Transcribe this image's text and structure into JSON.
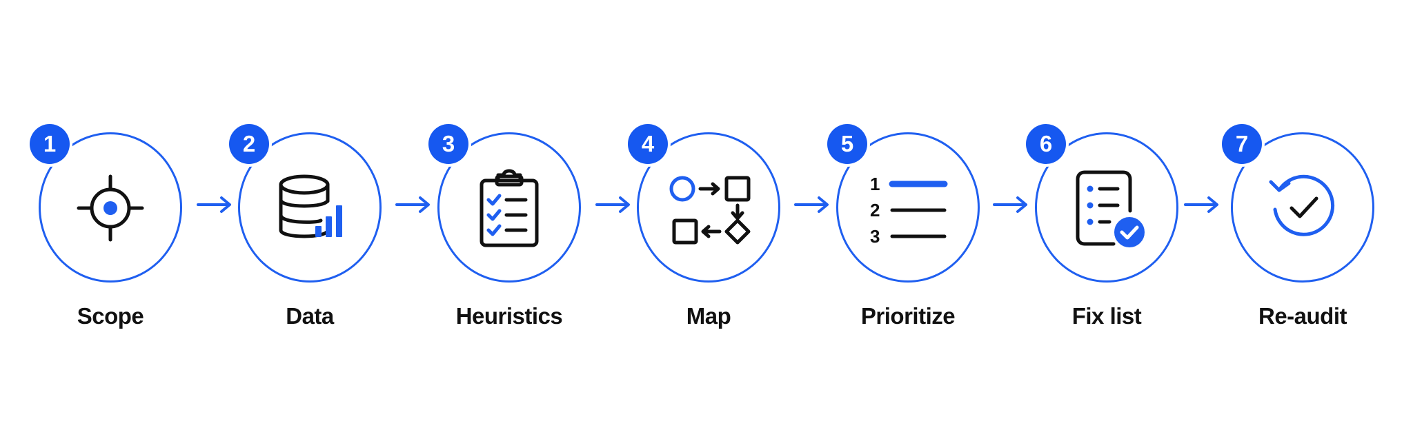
{
  "diagram": {
    "accent_color": "#1f5ff0",
    "steps": [
      {
        "number": "1",
        "label": "Scope",
        "icon": "target-icon"
      },
      {
        "number": "2",
        "label": "Data",
        "icon": "database-chart-icon"
      },
      {
        "number": "3",
        "label": "Heuristics",
        "icon": "clipboard-checklist-icon"
      },
      {
        "number": "4",
        "label": "Map",
        "icon": "flowchart-icon"
      },
      {
        "number": "5",
        "label": "Prioritize",
        "icon": "numbered-list-icon"
      },
      {
        "number": "6",
        "label": "Fix list",
        "icon": "checked-document-icon"
      },
      {
        "number": "7",
        "label": "Re-audit",
        "icon": "refresh-check-icon"
      }
    ],
    "numbered_list_icon_digits": [
      "1",
      "2",
      "3"
    ]
  }
}
